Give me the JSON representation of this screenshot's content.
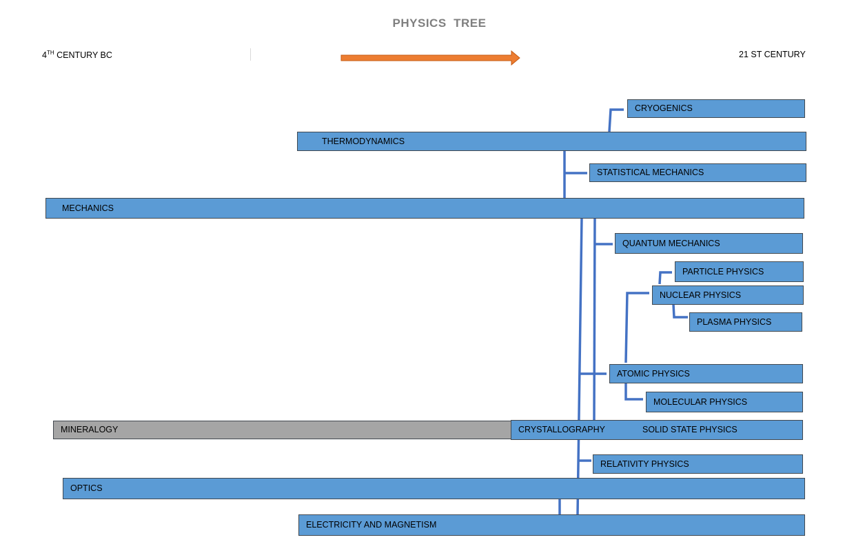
{
  "title": "PHYSICS  TREE",
  "timeline": {
    "start_base": "4",
    "start_sup": "TH",
    "start_rest": " CENTURY BC",
    "end": "21 ST CENTURY"
  },
  "colors": {
    "box_fill": "#5b9bd5",
    "box_fill_gray": "#a5a5a5",
    "connector": "#4472c4",
    "arrow": "#ed7d31",
    "title": "#7f7f7f"
  },
  "boxes": {
    "cryogenics": "CRYOGENICS",
    "thermodynamics": "THERMODYNAMICS",
    "statistical_mechanics": "STATISTICAL MECHANICS",
    "mechanics": "MECHANICS",
    "quantum_mechanics": "QUANTUM MECHANICS",
    "particle_physics": "PARTICLE PHYSICS",
    "nuclear_physics": "NUCLEAR PHYSICS",
    "plasma_physics": "PLASMA PHYSICS",
    "atomic_physics": "ATOMIC PHYSICS",
    "molecular_physics": "MOLECULAR PHYSICS",
    "mineralogy": "MINERALOGY",
    "crystallography": "CRYSTALLOGRAPHY",
    "solid_state_physics": "SOLID STATE PHYSICS",
    "relativity_physics": "RELATIVITY PHYSICS",
    "optics": "OPTICS",
    "electricity_magnetism": "ELECTRICITY AND MAGNETISM"
  }
}
